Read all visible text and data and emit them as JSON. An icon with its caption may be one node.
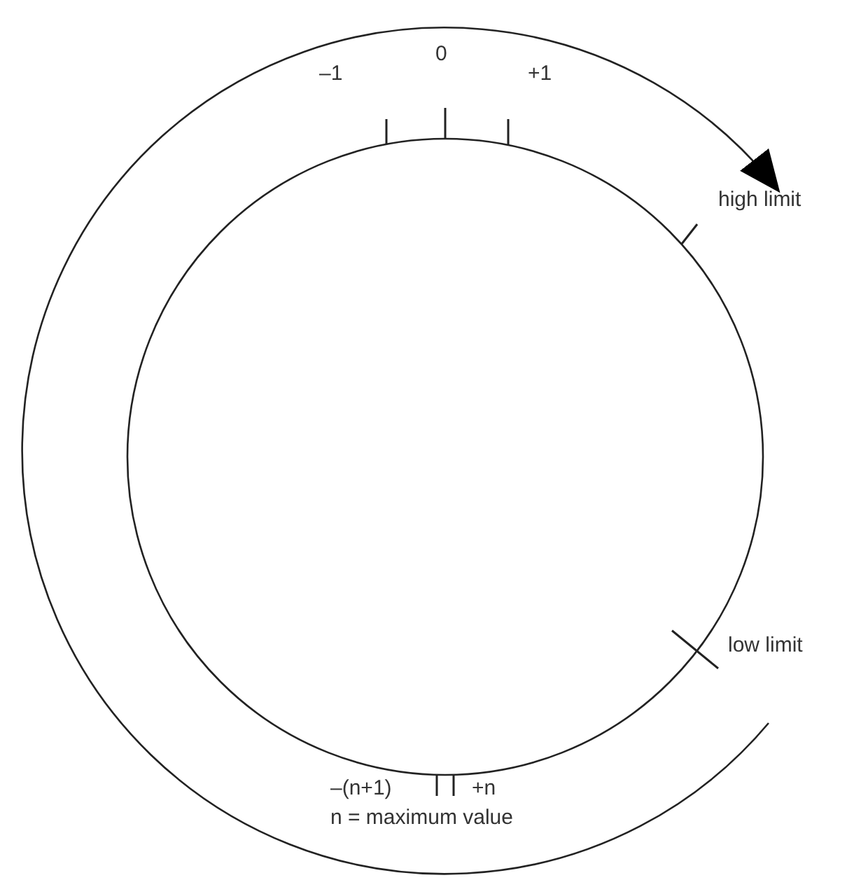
{
  "diagram": {
    "labels": [
      "0",
      "–1",
      "+1",
      "high limit",
      "low limit",
      "–(n+1)",
      "+n",
      "n = maximum value"
    ]
  }
}
